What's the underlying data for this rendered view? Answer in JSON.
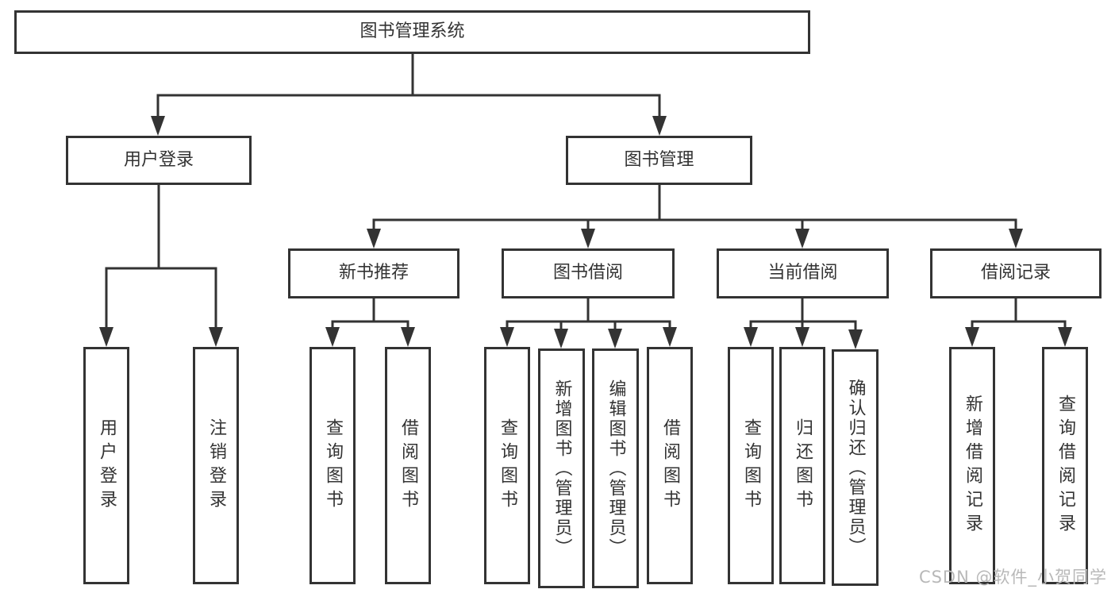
{
  "title": "图书管理系统",
  "nodes": {
    "root": {
      "label": "图书管理系统"
    },
    "login": {
      "label": "用户登录",
      "children": [
        {
          "label": "用户登录"
        },
        {
          "label": "注销登录"
        }
      ]
    },
    "mgmt": {
      "label": "图书管理",
      "groups": [
        {
          "label": "新书推荐",
          "children": [
            {
              "label": "查询图书"
            },
            {
              "label": "借阅图书"
            }
          ]
        },
        {
          "label": "图书借阅",
          "children": [
            {
              "label": "查询图书"
            },
            {
              "label": "新增图书（管理员）"
            },
            {
              "label": "编辑图书（管理员）"
            },
            {
              "label": "借阅图书"
            }
          ]
        },
        {
          "label": "当前借阅",
          "children": [
            {
              "label": "查询图书"
            },
            {
              "label": "归还图书"
            },
            {
              "label": "确认归还（管理员）"
            }
          ]
        },
        {
          "label": "借阅记录",
          "children": [
            {
              "label": "新增借阅记录"
            },
            {
              "label": "查询借阅记录"
            }
          ]
        }
      ]
    }
  },
  "watermark": {
    "text": "CSDN @软件_小贺同学"
  },
  "colors": {
    "line": "#333333",
    "box_border": "#333333",
    "text": "#333333",
    "background": "#ffffff",
    "watermark": "#b8b8b8"
  }
}
